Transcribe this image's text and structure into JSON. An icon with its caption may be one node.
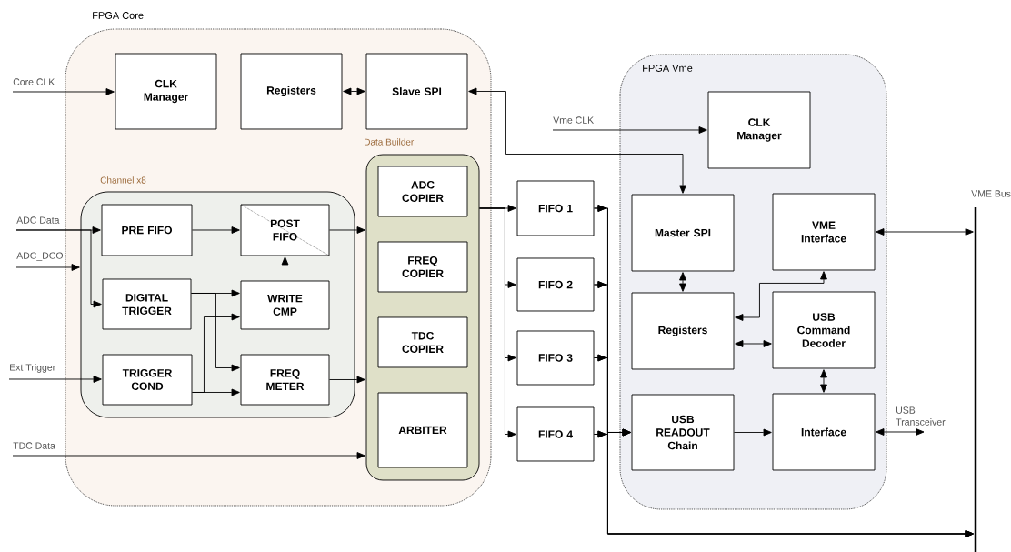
{
  "diagram": {
    "nodes": [
      {
        "text": [
          "FPGA Core"
        ]
      },
      {
        "text": [
          "CLK Manager"
        ],
        "in": 0
      },
      {
        "text": [
          "Registers"
        ],
        "in": 0
      },
      {
        "text": [
          "Slave SPI"
        ],
        "in": 0
      },
      {
        "text": [
          "Channel x8"
        ],
        "in": 0
      },
      {
        "text": [
          "PRE FIFO"
        ],
        "in": 4
      },
      {
        "text": [
          "POST FIFO"
        ],
        "in": 4
      },
      {
        "text": [
          "DIGITAL TRIGGER"
        ],
        "in": 4
      },
      {
        "text": [
          "WRITE CMP"
        ],
        "in": 4
      },
      {
        "text": [
          "TRIGGER COND"
        ],
        "in": 4
      },
      {
        "text": [
          "FREQ METER"
        ],
        "in": 4
      },
      {
        "text": [
          "Data Builder"
        ],
        "in": 0
      },
      {
        "text": [
          "ADC COPIER"
        ],
        "in": 11
      },
      {
        "text": [
          "FREQ COPIER"
        ],
        "in": 11
      },
      {
        "text": [
          "TDC COPIER"
        ],
        "in": 11
      },
      {
        "text": [
          "ARBITER"
        ],
        "in": 11
      },
      {
        "text": [
          "FIFO 1"
        ]
      },
      {
        "text": [
          "FIFO 2"
        ]
      },
      {
        "text": [
          "FIFO 3"
        ]
      },
      {
        "text": [
          "FIFO 4"
        ]
      },
      {
        "text": [
          "FPGA Vme"
        ]
      },
      {
        "text": [
          "CLK Manager"
        ],
        "in": 20
      },
      {
        "text": [
          "Master SPI"
        ],
        "in": 20
      },
      {
        "text": [
          "VME Interface"
        ],
        "in": 20
      },
      {
        "text": [
          "Registers"
        ],
        "in": 20
      },
      {
        "text": [
          "USB Command Decoder"
        ],
        "in": 20
      },
      {
        "text": [
          "USB READOUT Chain"
        ],
        "in": 20
      },
      {
        "text": [
          "Interface"
        ],
        "in": 20
      },
      {
        "text": [
          "Core CLK"
        ]
      },
      {
        "text": [
          "ADC Data"
        ]
      },
      {
        "text": [
          "ADC_DCO"
        ]
      },
      {
        "text": [
          "Ext Trigger"
        ]
      },
      {
        "text": [
          "TDC Data"
        ]
      },
      {
        "text": [
          "Vme CLK"
        ]
      },
      {
        "text": [
          "VME Bus"
        ]
      },
      {
        "text": [
          "USB Transceiver"
        ]
      }
    ],
    "edges": [
      {
        "from": 28,
        "to": 1,
        "arrow": "to"
      },
      {
        "from": 2,
        "to": 3,
        "arrow": "both"
      },
      {
        "from": 3,
        "to": 22,
        "arrow": "both"
      },
      {
        "from": 33,
        "to": 21,
        "arrow": "to"
      },
      {
        "from": 29,
        "to": 5,
        "arrow": "to"
      },
      {
        "from": 29,
        "to": 7,
        "arrow": "to"
      },
      {
        "from": 30,
        "to": 4,
        "arrow": "to"
      },
      {
        "from": 5,
        "to": 6,
        "arrow": "to"
      },
      {
        "from": 6,
        "to": 11,
        "arrow": "to"
      },
      {
        "from": 8,
        "to": 6,
        "arrow": "to"
      },
      {
        "from": 7,
        "to": 8,
        "arrow": "to"
      },
      {
        "from": 7,
        "to": 10,
        "arrow": "to"
      },
      {
        "from": 9,
        "to": 8,
        "arrow": "to"
      },
      {
        "from": 9,
        "to": 10,
        "arrow": "to"
      },
      {
        "from": 10,
        "to": 11,
        "arrow": "to"
      },
      {
        "from": 31,
        "to": 9,
        "arrow": "to"
      },
      {
        "from": 32,
        "to": 11,
        "arrow": "to"
      },
      {
        "from": 11,
        "to": 16,
        "arrow": "to"
      },
      {
        "from": 11,
        "to": 17,
        "arrow": "to"
      },
      {
        "from": 11,
        "to": 18,
        "arrow": "to"
      },
      {
        "from": 11,
        "to": 19,
        "arrow": "to"
      },
      {
        "from": 16,
        "to": 26,
        "arrow": "to"
      },
      {
        "from": 17,
        "to": 26,
        "arrow": "to"
      },
      {
        "from": 18,
        "to": 26,
        "arrow": "to"
      },
      {
        "from": 19,
        "to": 26,
        "arrow": "to"
      },
      {
        "from": 16,
        "to": 34,
        "arrow": "to"
      },
      {
        "from": 17,
        "to": 34,
        "arrow": "to"
      },
      {
        "from": 18,
        "to": 34,
        "arrow": "to"
      },
      {
        "from": 19,
        "to": 34,
        "arrow": "to"
      },
      {
        "from": 22,
        "to": 24,
        "arrow": "both"
      },
      {
        "from": 24,
        "to": 23,
        "arrow": "both"
      },
      {
        "from": 24,
        "to": 25,
        "arrow": "both"
      },
      {
        "from": 25,
        "to": 27,
        "arrow": "both"
      },
      {
        "from": 26,
        "to": 27,
        "arrow": "to"
      },
      {
        "from": 27,
        "to": 35,
        "arrow": "both"
      },
      {
        "from": 23,
        "to": 34,
        "arrow": "both"
      }
    ]
  }
}
